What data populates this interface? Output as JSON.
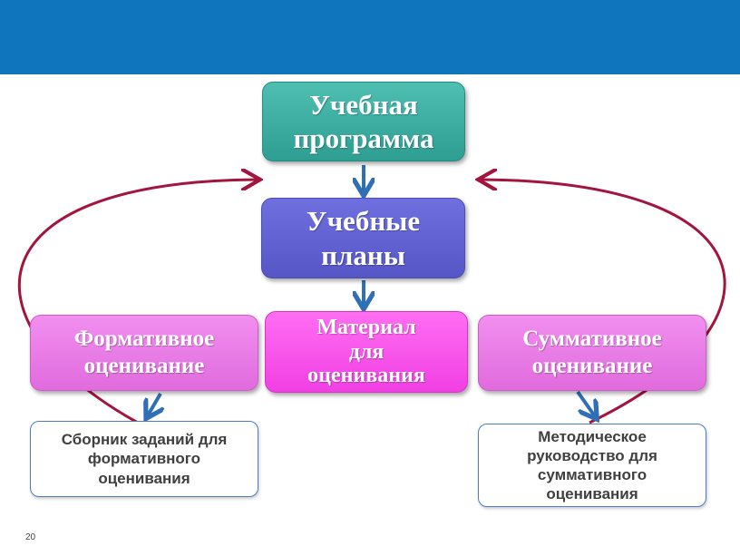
{
  "header": {
    "color": "#0f75bd"
  },
  "nodes": {
    "program": "Учебная\nпрограмма",
    "plans": "Учебные\nпланы",
    "material": "Материал\nдля\nоценивания",
    "formative": "Формативное\nоценивание",
    "summative": "Суммативное\nоценивание",
    "collection": "Сборник заданий для\nформативного\nоценивания",
    "guide": "Методическое\nруководство для\nсуммативного\nоценивания"
  },
  "slide_number": "20",
  "colors": {
    "program": "#3aaea2",
    "plans": "#6262d2",
    "material": "#f552ea",
    "assessment": "#e87de6",
    "box_border": "#4c7dc4",
    "arrow_blue": "#2f6fb6",
    "arrow_loop": "#a3143f"
  }
}
